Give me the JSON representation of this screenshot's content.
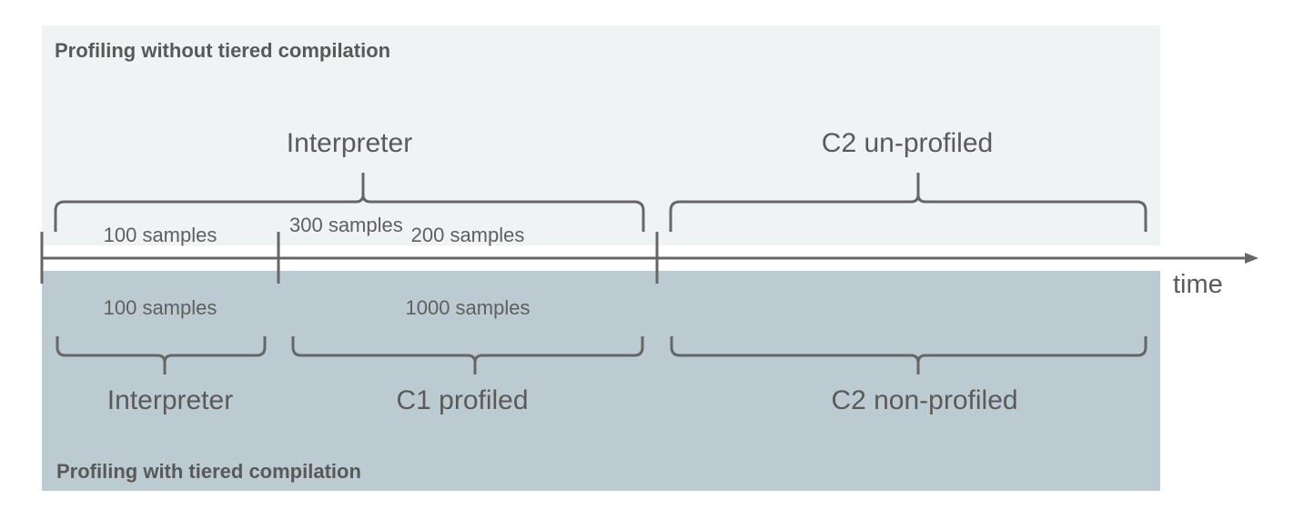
{
  "top_section": {
    "title": "Profiling without tiered compilation",
    "phases": [
      {
        "label": "Interpreter"
      },
      {
        "label": "C2 un-profiled"
      }
    ],
    "samples": [
      "100 samples",
      "300 samples",
      "200 samples"
    ]
  },
  "bottom_section": {
    "title": "Profiling with tiered compilation",
    "phases": [
      {
        "label": "Interpreter"
      },
      {
        "label": "C1 profiled"
      },
      {
        "label": "C2 non-profiled"
      }
    ],
    "samples": [
      "100 samples",
      "1000 samples"
    ]
  },
  "axis": {
    "label": "time"
  },
  "colors": {
    "top_panel": "#eff3f4",
    "bottom_panel": "#bccbd2",
    "line": "#666666"
  }
}
